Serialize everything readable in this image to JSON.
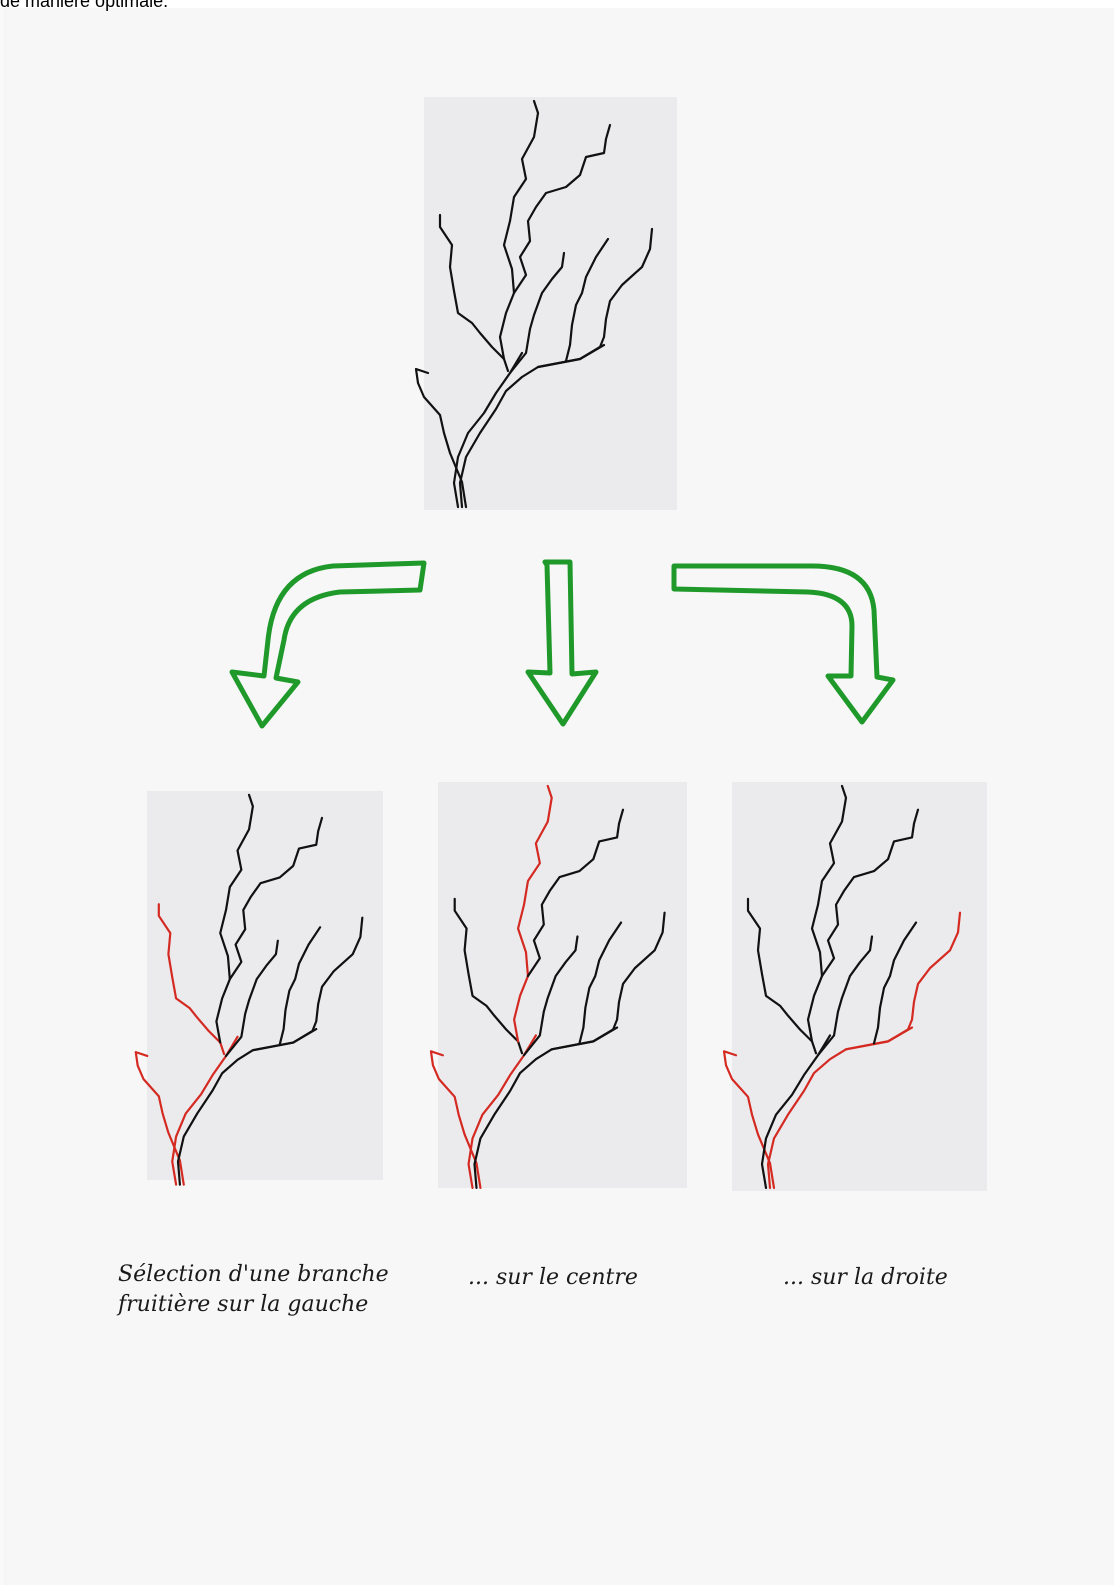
{
  "header": {
    "partial_text": "de manière optimale."
  },
  "colors": {
    "panel": "#ebebed",
    "branch": "#111111",
    "highlight": "#d42a22",
    "arrow": "#1f9a2a"
  },
  "panels": {
    "source": {
      "highlight": "none"
    },
    "results": [
      {
        "highlight": "left"
      },
      {
        "highlight": "center"
      },
      {
        "highlight": "right"
      }
    ]
  },
  "captions": {
    "left_line1": "Sélection d'une branche",
    "left_line2": "fruitière sur la gauche",
    "center": "... sur le centre",
    "right": "... sur la droite"
  }
}
